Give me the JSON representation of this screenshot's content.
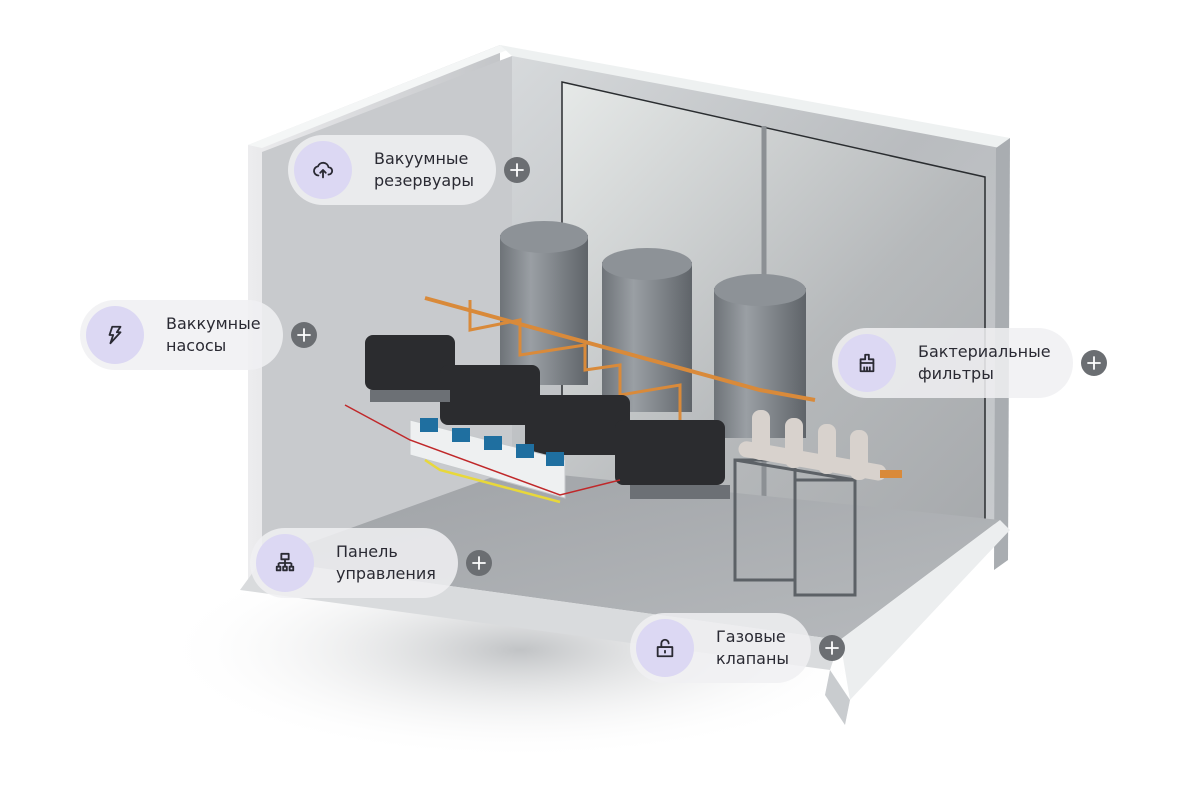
{
  "scene": {
    "description": "3D vacuum station room illustration",
    "colors": {
      "icon_bg": "#dcd8f3",
      "pill_bg": "#f0f0f2",
      "plus_bg": "#6b6e72",
      "text": "#2a2a33",
      "pipe": "#d98a3a",
      "tank": "#7a7f85",
      "pump": "#2a2b2e",
      "cable_red": "#c0282a",
      "cable_yellow": "#e8d83a"
    }
  },
  "hotspots": [
    {
      "id": "vacuum-tanks",
      "icon": "cloud-upload-icon",
      "line1": "Вакуумные",
      "line2": "резервуары"
    },
    {
      "id": "vacuum-pumps",
      "icon": "lightning-icon",
      "line1": "Ваккумные",
      "line2": "насосы"
    },
    {
      "id": "bacterial-filters",
      "icon": "broom-icon",
      "line1": "Бактериальные",
      "line2": "фильтры"
    },
    {
      "id": "control-panel",
      "icon": "network-hierarchy-icon",
      "line1": "Панель",
      "line2": "управления"
    },
    {
      "id": "gas-valves",
      "icon": "unlock-icon",
      "line1": "Газовые",
      "line2": "клапаны"
    }
  ]
}
